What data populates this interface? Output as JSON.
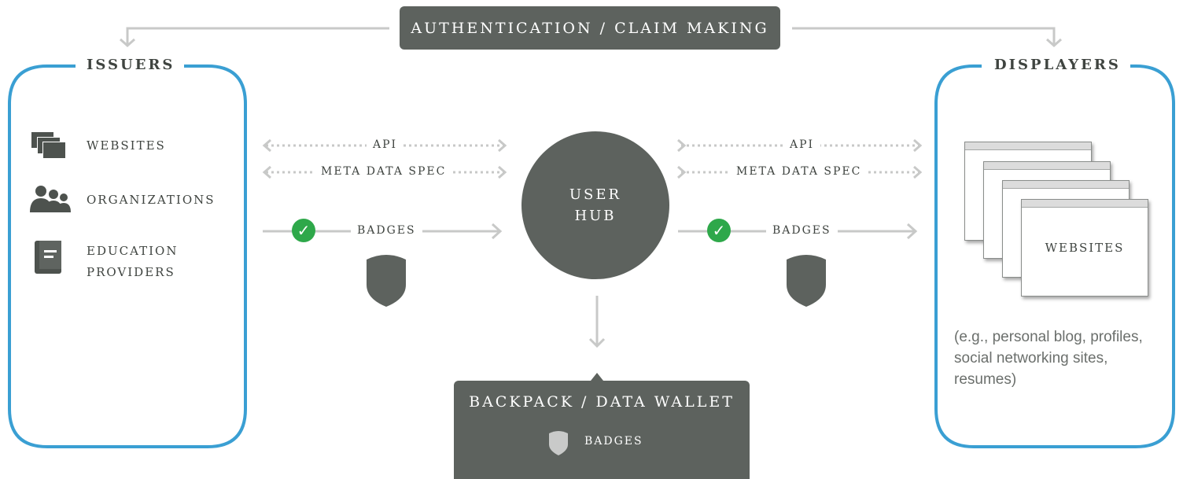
{
  "banner": {
    "text": "AUTHENTICATION / CLAIM MAKING"
  },
  "issuers": {
    "heading": "ISSUERS",
    "items": [
      {
        "icon": "websites-icon",
        "label": "WEBSITES"
      },
      {
        "icon": "organizations-icon",
        "label": "ORGANIZATIONS"
      },
      {
        "icon": "education-book-icon",
        "label_line1": "EDUCATION",
        "label_line2": "PROVIDERS"
      }
    ]
  },
  "displayers": {
    "heading": "DISPLAYERS",
    "window_label": "WEBSITES",
    "example": "(e.g., personal blog, profiles, social networking sites, resumes)"
  },
  "left_flow": {
    "api": "API",
    "meta": "META DATA SPEC",
    "badges": "BADGES"
  },
  "right_flow": {
    "api": "API",
    "meta": "META DATA SPEC",
    "badges": "BADGES"
  },
  "hub": {
    "line1": "USER",
    "line2": "HUB"
  },
  "backpack": {
    "title": "BACKPACK / DATA WALLET",
    "badges": "BADGES"
  },
  "colors": {
    "blue": "#3a9fd3",
    "dark": "#5d625e",
    "green": "#2ea84a",
    "line": "#c8c9c8"
  }
}
